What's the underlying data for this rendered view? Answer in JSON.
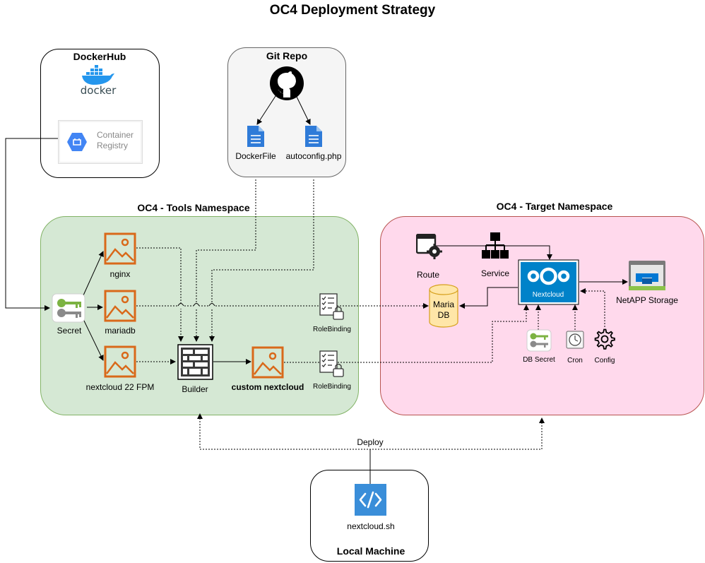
{
  "title": "OC4 Deployment Strategy",
  "dockerhub": {
    "header": "DockerHub",
    "logo_text": "docker",
    "registry_line1": "Container",
    "registry_line2": "Registry"
  },
  "git_repo": {
    "header": "Git Repo",
    "files": [
      "DockerFile",
      "autoconfig.php"
    ]
  },
  "tools_namespace": {
    "header": "OC4 - Tools Namespace",
    "secret": "Secret",
    "images": [
      "nginx",
      "mariadb",
      "nextcloud 22 FPM"
    ],
    "builder": "Builder",
    "custom_image": "custom nextcloud",
    "role_bindings": [
      "RoleBinding",
      "RoleBinding"
    ]
  },
  "target_namespace": {
    "header": "OC4 - Target Namespace",
    "route": "Route",
    "service": "Service",
    "app": "Nextcloud",
    "db_line1": "Maria",
    "db_line2": "DB",
    "storage": "NetAPP Storage",
    "db_secret": "DB Secret",
    "cron": "Cron",
    "config": "Config"
  },
  "deploy_label": "Deploy",
  "local_machine": {
    "header": "Local Machine",
    "script": "nextcloud.sh"
  },
  "colors": {
    "tools_fill": "#d5e8d4",
    "tools_border": "#82b366",
    "target_fill": "#ffd9ec",
    "target_border": "#b85450",
    "git_fill": "#f5f5f5",
    "image_icon": "#d9691a",
    "file_icon": "#2f7bd8",
    "nextcloud_blue": "#0082c9",
    "db_fill": "#ffe6a8",
    "key_green": "#7cb342"
  },
  "icons": [
    "docker-whale-icon",
    "container-registry-icon",
    "github-icon",
    "file-icon",
    "key-icon",
    "image-icon",
    "firewall-icon",
    "checklist-lock-icon",
    "route-icon",
    "network-icon",
    "nextcloud-icon",
    "database-icon",
    "storage-icon",
    "clock-icon",
    "gear-icon",
    "code-icon"
  ]
}
